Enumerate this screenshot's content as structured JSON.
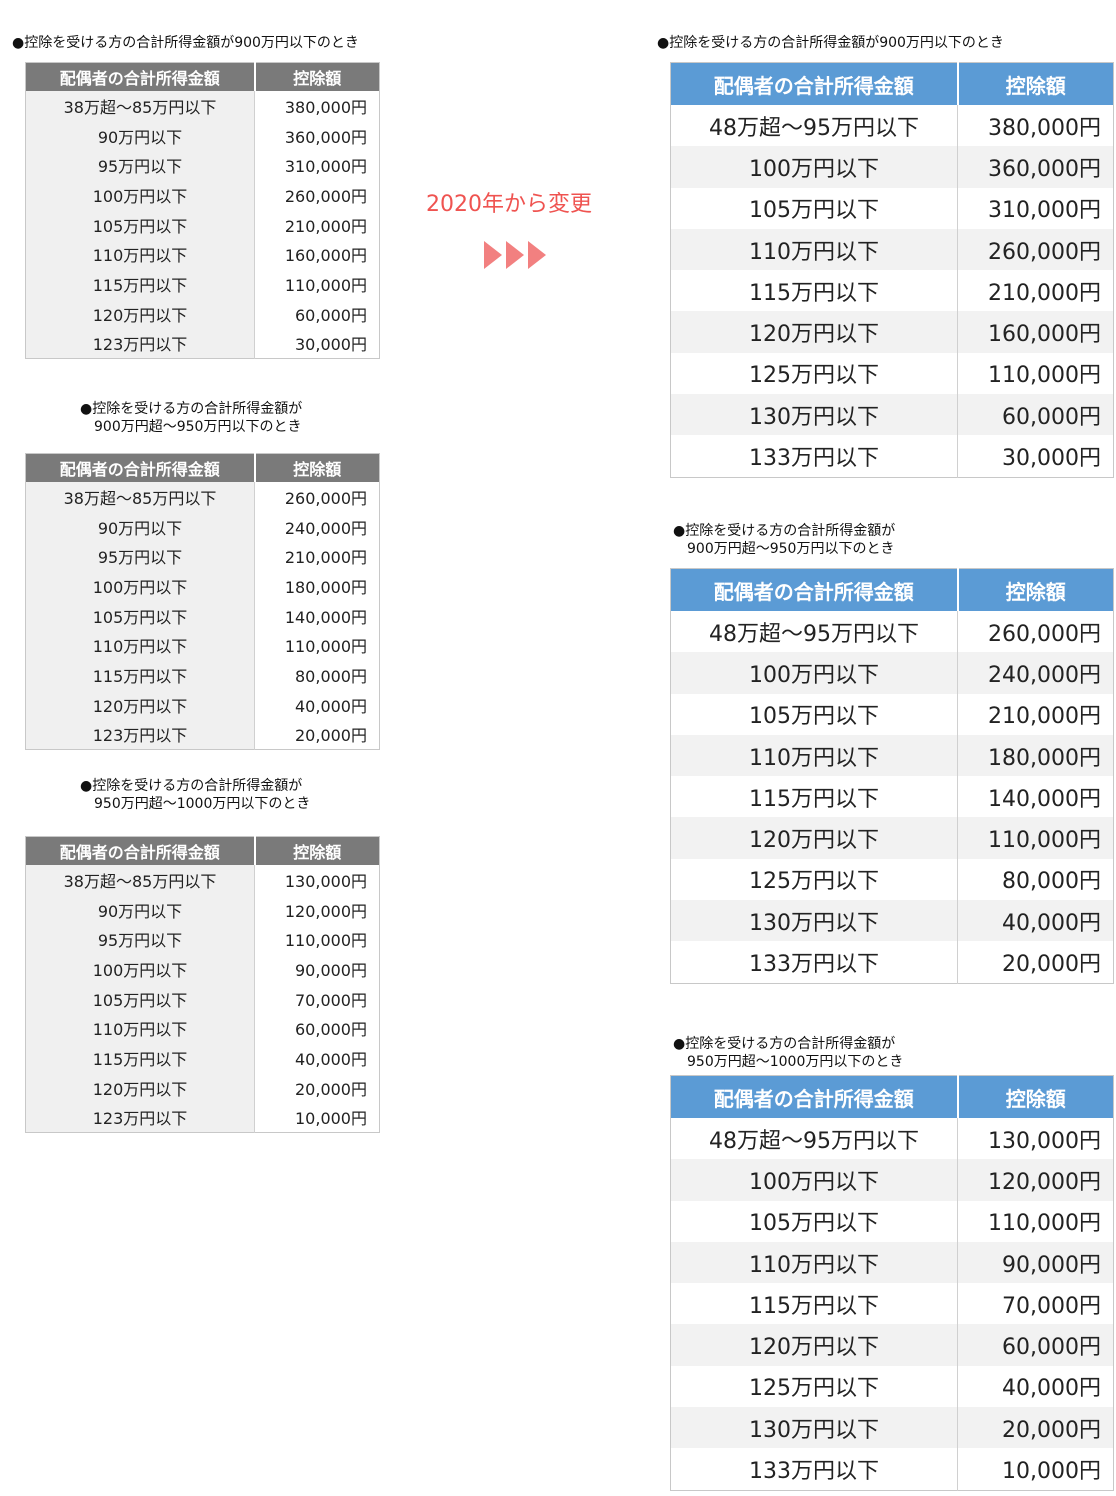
{
  "change_label": "2020年から変更",
  "colors": {
    "old_header": "#7a7a7a",
    "new_header": "#5b9bd5",
    "accent": "#ef5350",
    "arrows": "#f28080"
  },
  "icons": {
    "arrows": "triple-right-triangle-icon"
  },
  "old": {
    "header": {
      "range": "配偶者の合計所得金額",
      "amount": "控除額"
    },
    "tables": [
      {
        "caption": [
          "●控除を受ける方の合計所得金額が900万円以下のとき"
        ],
        "rows": [
          {
            "range": "38万超～85万円以下",
            "amount": "380,000円"
          },
          {
            "range": "90万円以下",
            "amount": "360,000円"
          },
          {
            "range": "95万円以下",
            "amount": "310,000円"
          },
          {
            "range": "100万円以下",
            "amount": "260,000円"
          },
          {
            "range": "105万円以下",
            "amount": "210,000円"
          },
          {
            "range": "110万円以下",
            "amount": "160,000円"
          },
          {
            "range": "115万円以下",
            "amount": "110,000円"
          },
          {
            "range": "120万円以下",
            "amount": "60,000円"
          },
          {
            "range": "123万円以下",
            "amount": "30,000円"
          }
        ]
      },
      {
        "caption": [
          "●控除を受ける方の合計所得金額が",
          "900万円超～950万円以下のとき"
        ],
        "rows": [
          {
            "range": "38万超～85万円以下",
            "amount": "260,000円"
          },
          {
            "range": "90万円以下",
            "amount": "240,000円"
          },
          {
            "range": "95万円以下",
            "amount": "210,000円"
          },
          {
            "range": "100万円以下",
            "amount": "180,000円"
          },
          {
            "range": "105万円以下",
            "amount": "140,000円"
          },
          {
            "range": "110万円以下",
            "amount": "110,000円"
          },
          {
            "range": "115万円以下",
            "amount": "80,000円"
          },
          {
            "range": "120万円以下",
            "amount": "40,000円"
          },
          {
            "range": "123万円以下",
            "amount": "20,000円"
          }
        ]
      },
      {
        "caption": [
          "●控除を受ける方の合計所得金額が",
          "950万円超～1000万円以下のとき"
        ],
        "rows": [
          {
            "range": "38万超～85万円以下",
            "amount": "130,000円"
          },
          {
            "range": "90万円以下",
            "amount": "120,000円"
          },
          {
            "range": "95万円以下",
            "amount": "110,000円"
          },
          {
            "range": "100万円以下",
            "amount": "90,000円"
          },
          {
            "range": "105万円以下",
            "amount": "70,000円"
          },
          {
            "range": "110万円以下",
            "amount": "60,000円"
          },
          {
            "range": "115万円以下",
            "amount": "40,000円"
          },
          {
            "range": "120万円以下",
            "amount": "20,000円"
          },
          {
            "range": "123万円以下",
            "amount": "10,000円"
          }
        ]
      }
    ]
  },
  "new": {
    "header": {
      "range": "配偶者の合計所得金額",
      "amount": "控除額"
    },
    "tables": [
      {
        "caption": [
          "●控除を受ける方の合計所得金額が900万円以下のとき"
        ],
        "rows": [
          {
            "range": "48万超～95万円以下",
            "amount": "380,000円"
          },
          {
            "range": "100万円以下",
            "amount": "360,000円"
          },
          {
            "range": "105万円以下",
            "amount": "310,000円"
          },
          {
            "range": "110万円以下",
            "amount": "260,000円"
          },
          {
            "range": "115万円以下",
            "amount": "210,000円"
          },
          {
            "range": "120万円以下",
            "amount": "160,000円"
          },
          {
            "range": "125万円以下",
            "amount": "110,000円"
          },
          {
            "range": "130万円以下",
            "amount": "60,000円"
          },
          {
            "range": "133万円以下",
            "amount": "30,000円"
          }
        ]
      },
      {
        "caption": [
          "●控除を受ける方の合計所得金額が",
          "900万円超～950万円以下のとき"
        ],
        "rows": [
          {
            "range": "48万超～95万円以下",
            "amount": "260,000円"
          },
          {
            "range": "100万円以下",
            "amount": "240,000円"
          },
          {
            "range": "105万円以下",
            "amount": "210,000円"
          },
          {
            "range": "110万円以下",
            "amount": "180,000円"
          },
          {
            "range": "115万円以下",
            "amount": "140,000円"
          },
          {
            "range": "120万円以下",
            "amount": "110,000円"
          },
          {
            "range": "125万円以下",
            "amount": "80,000円"
          },
          {
            "range": "130万円以下",
            "amount": "40,000円"
          },
          {
            "range": "133万円以下",
            "amount": "20,000円"
          }
        ]
      },
      {
        "caption": [
          "●控除を受ける方の合計所得金額が",
          "950万円超～1000万円以下のとき"
        ],
        "rows": [
          {
            "range": "48万超～95万円以下",
            "amount": "130,000円"
          },
          {
            "range": "100万円以下",
            "amount": "120,000円"
          },
          {
            "range": "105万円以下",
            "amount": "110,000円"
          },
          {
            "range": "110万円以下",
            "amount": "90,000円"
          },
          {
            "range": "115万円以下",
            "amount": "70,000円"
          },
          {
            "range": "120万円以下",
            "amount": "60,000円"
          },
          {
            "range": "125万円以下",
            "amount": "40,000円"
          },
          {
            "range": "130万円以下",
            "amount": "20,000円"
          },
          {
            "range": "133万円以下",
            "amount": "10,000円"
          }
        ]
      }
    ]
  }
}
